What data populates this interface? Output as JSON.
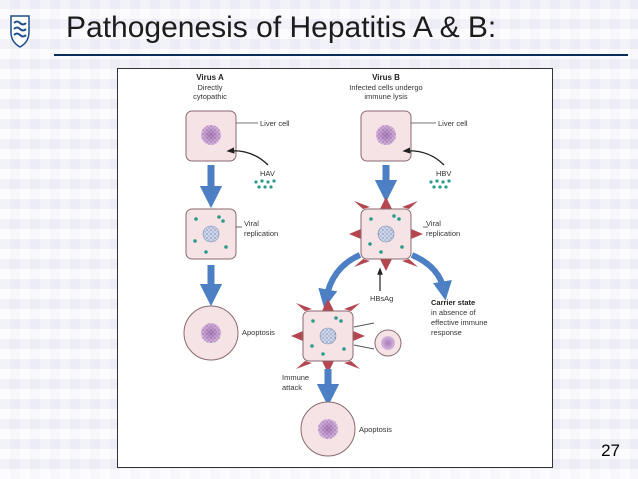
{
  "slide": {
    "title": "Pathogenesis of Hepatitis A & B:",
    "page_number": "27",
    "logo": "university-crest-icon"
  },
  "diagram": {
    "virus_a": {
      "heading": "Virus A",
      "subtitle_line1": "Directly",
      "subtitle_line2": "cytopathic",
      "cell_label": "Liver cell",
      "virus_label": "HAV",
      "replication_line1": "Viral",
      "replication_line2": "replication",
      "apoptosis_label": "Apoptosis"
    },
    "virus_b": {
      "heading": "Virus B",
      "subtitle_line1": "Infected cells undergo",
      "subtitle_line2": "immune lysis",
      "cell_label": "Liver cell",
      "virus_label": "HBV",
      "replication_line1": "Viral",
      "replication_line2": "replication",
      "antigen_label": "HBsAg",
      "carrier_heading": "Carrier state",
      "carrier_line1": "in absence of",
      "carrier_line2": "effective immune",
      "carrier_line3": "response",
      "attack_line1": "Immune",
      "attack_line2": "attack",
      "apoptosis_label": "Apoptosis"
    },
    "colors": {
      "cell_fill": "#f6e3e6",
      "cell_stroke": "#8a6a70",
      "nucleus": "#c9a0d4",
      "arrow_blue": "#4d7fc4",
      "virus_teal": "#2c9a8a",
      "spike": "#b5454f",
      "rule": "#0b2d5b"
    }
  }
}
